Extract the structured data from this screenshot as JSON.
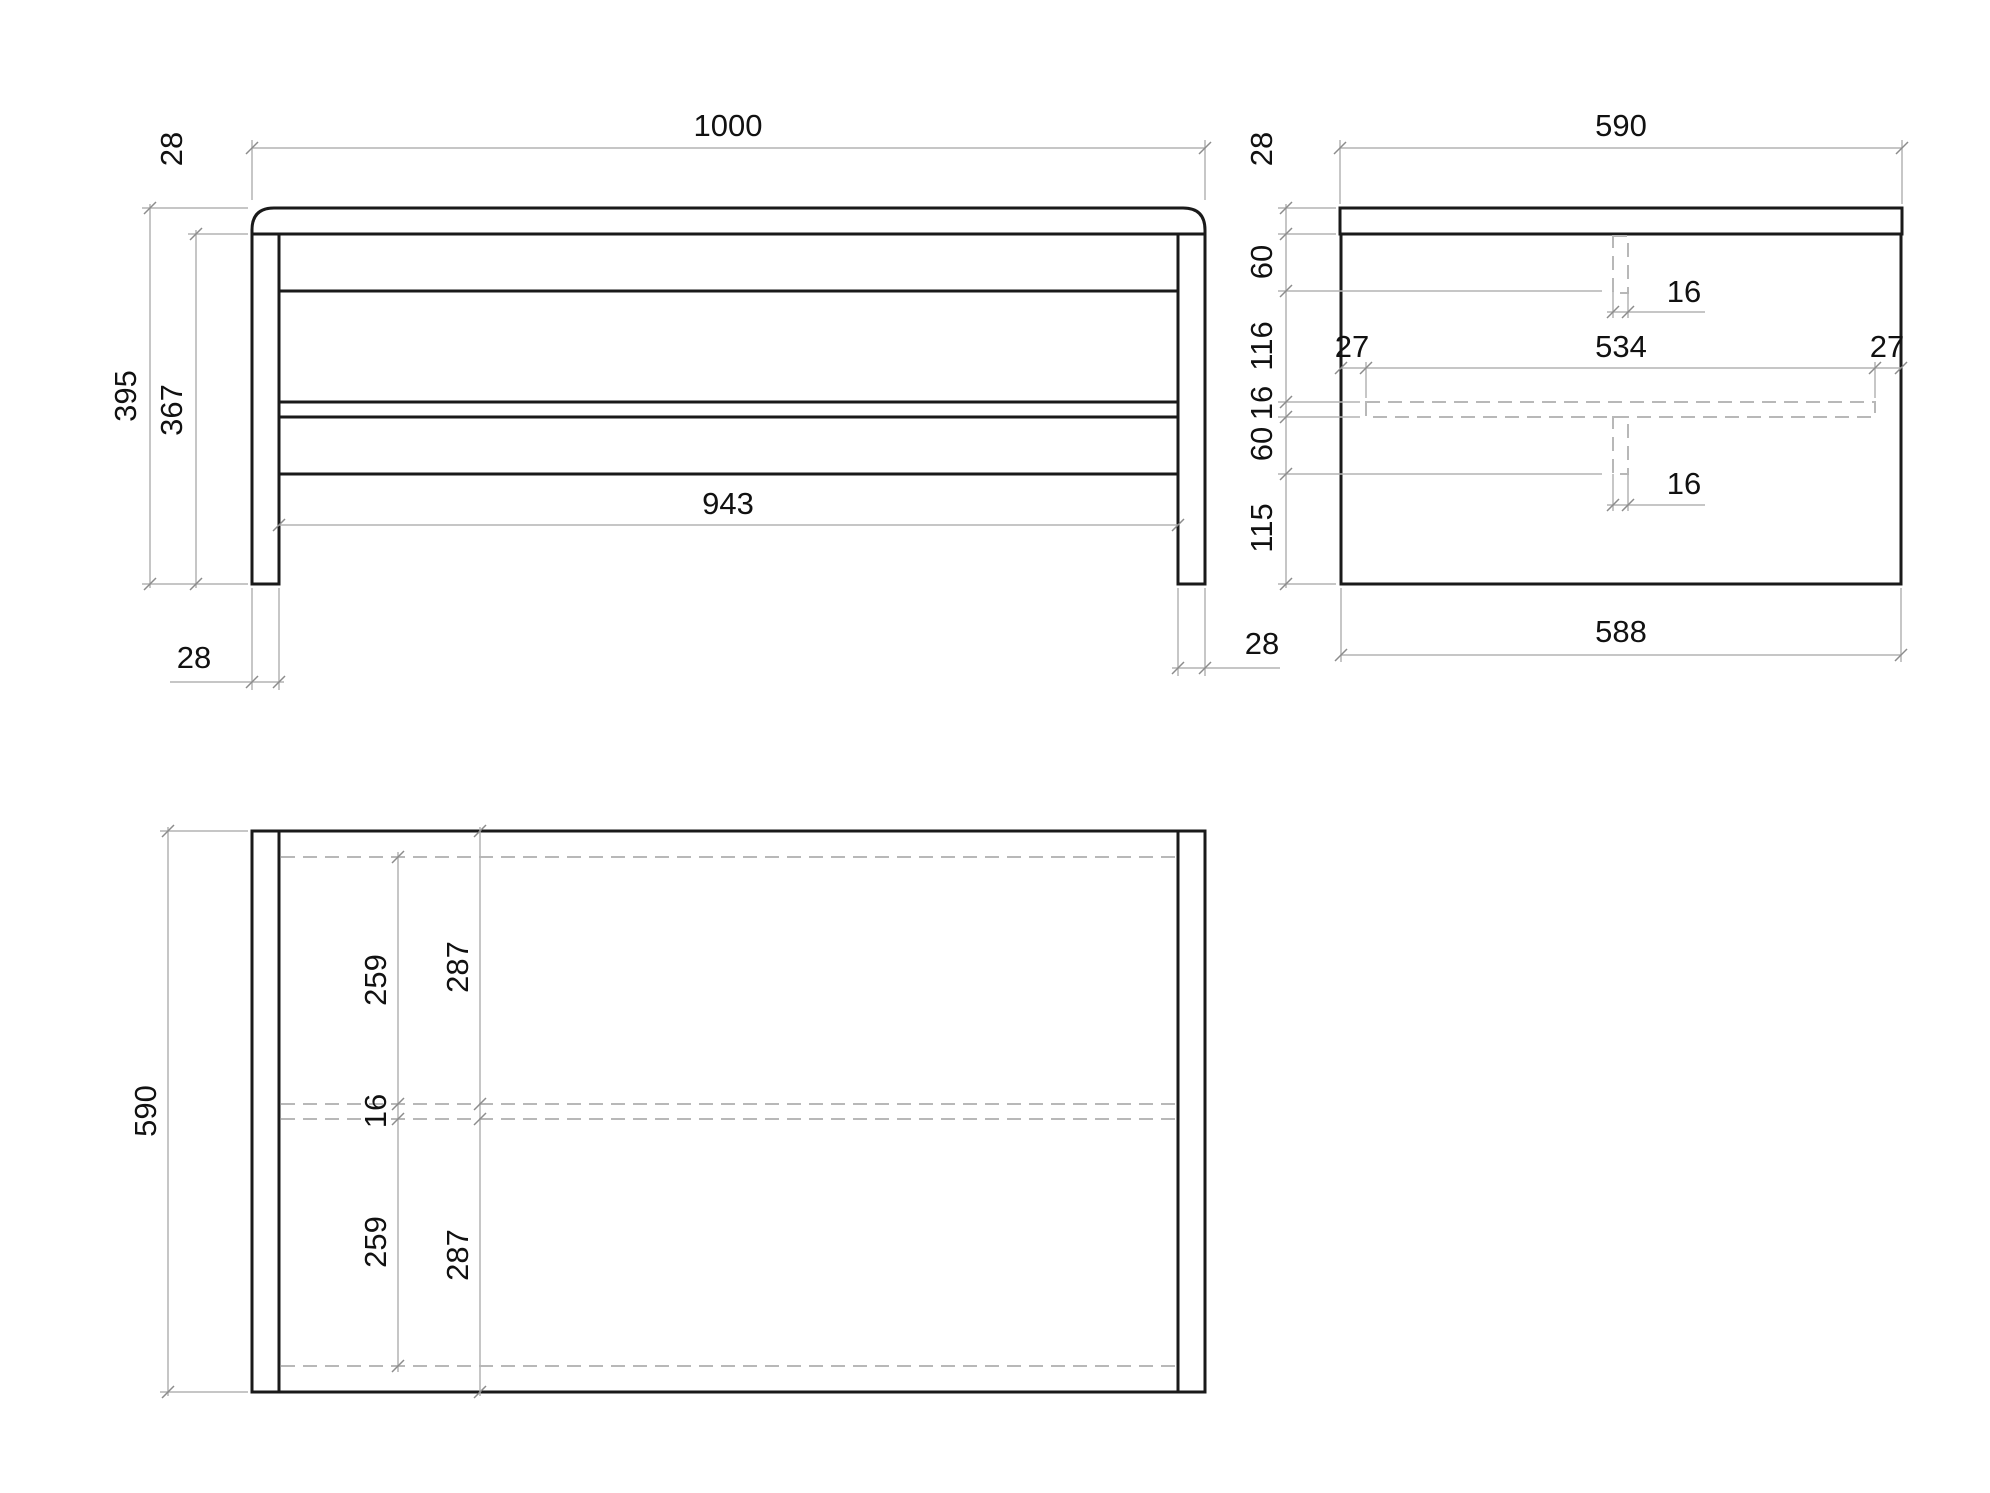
{
  "front_view": {
    "total_width": "1000",
    "inner_width": "943",
    "total_height": "395",
    "leg_height": "367",
    "top_thickness": "28",
    "leg_width_left": "28",
    "leg_width_right": "28"
  },
  "side_view": {
    "top_width": "590",
    "body_width": "588",
    "top_thickness": "28",
    "rail_upper": "60",
    "gap_upper": "116",
    "shelf_thickness": "16",
    "rail_lower": "60",
    "gap_lower": "115",
    "divider_upper": "16",
    "divider_lower": "16",
    "inset_left": "27",
    "shelf_span": "534",
    "inset_right": "27"
  },
  "top_view": {
    "depth": "590",
    "half_outer_upper": "287",
    "half_outer_lower": "287",
    "half_inner_upper": "259",
    "half_inner_lower": "259",
    "divider": "16"
  }
}
